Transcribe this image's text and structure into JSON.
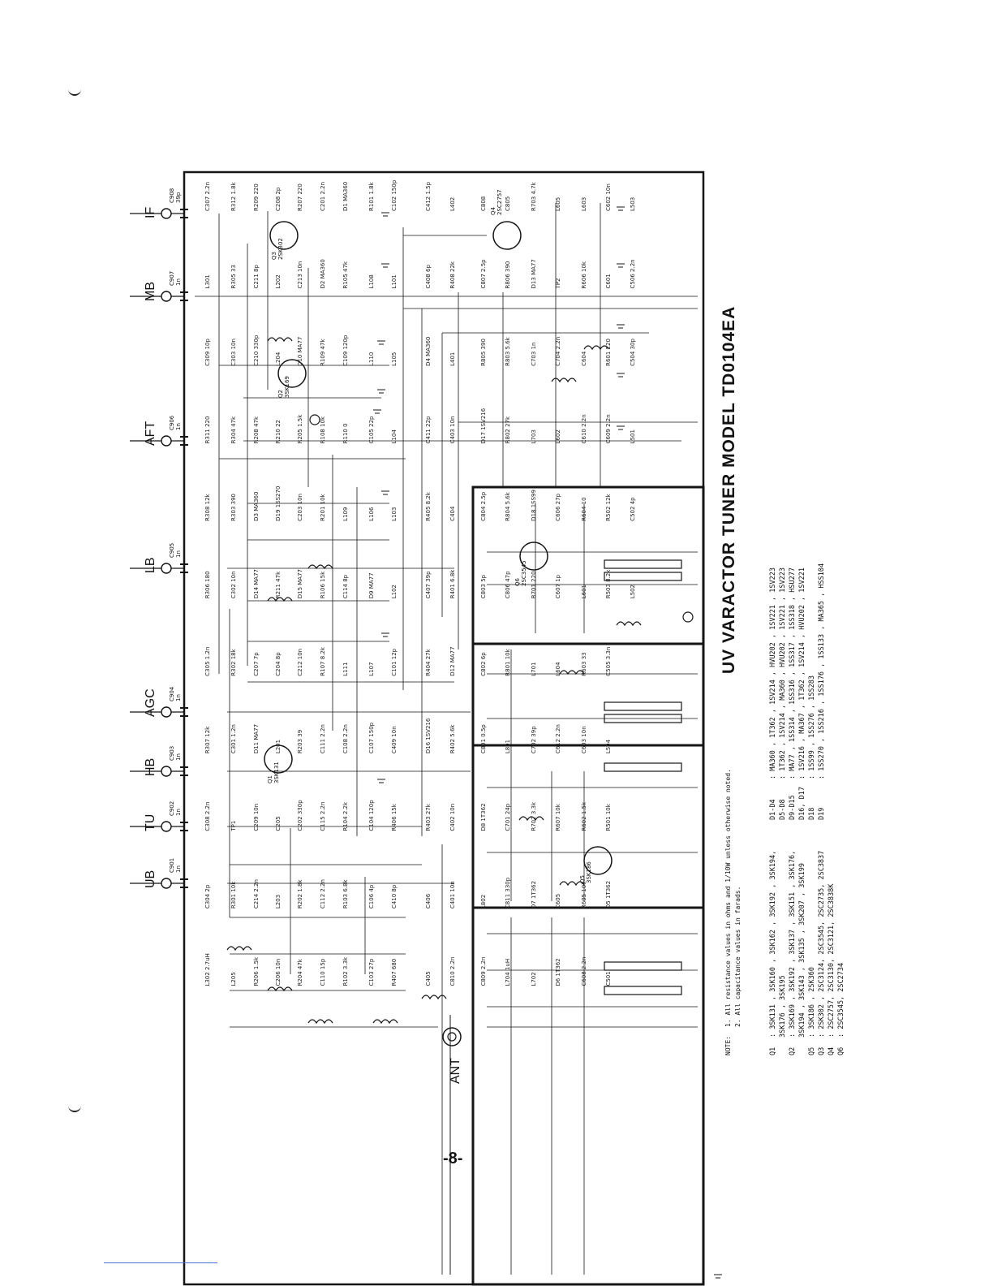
{
  "title": "UV VARACTOR TUNER  MODEL TD0104EA",
  "page_number": "-8-",
  "notes": {
    "label": "NOTE:",
    "line1": "1. All resistance values in ohms and 1/10W unless otherwise noted.",
    "line2": "2. All capacitance values in farads."
  },
  "semiconductors": [
    {
      "ref": "Q1",
      "parts": ": 3SK131 , 3SK160 , 3SK162 , 3SK192 , 3SK194,"
    },
    {
      "ref": "",
      "parts": "  3SK176 , 3SK195"
    },
    {
      "ref": "Q2",
      "parts": ": 3SK169 , 3SK192 , 3SK137 , 3SK151 , 3SK176,"
    },
    {
      "ref": "",
      "parts": "  3SK194 , 3SK143 , 3SK135 , 3SK207 , 3SK199"
    },
    {
      "ref": "Q5",
      "parts": ": 3SK186 , 2SK360"
    },
    {
      "ref": "Q3",
      "parts": ": 2SK302 , 2SC3124, 2SC3545, 2SC2735, 2SC3837"
    },
    {
      "ref": "Q4",
      "parts": ": 2SC2757, 2SC3130, 2SC3121, 2SC3838K"
    },
    {
      "ref": "Q6",
      "parts": ": 2SC3545, 2SC2734"
    }
  ],
  "diodes": [
    {
      "ref": "D1-D4",
      "parts": ": MA360 , 1T362 , 1SV214 , HVU202 , 1SV221 , 1SV223"
    },
    {
      "ref": "D5-D8",
      "parts": ": 1T362 , 1SV214 , MA360 , HVU202 , 1SV221 , 1SV223"
    },
    {
      "ref": "D9-D15",
      "parts": ": MA77 , 1SS314 , 1SS316 , 1SS317 , 1SS318 , HSU277"
    },
    {
      "ref": "D16, D17",
      "parts": ": 1SV216 , MA367 , 1T362 , 1SV214 , HVU202 , 1SV221"
    },
    {
      "ref": "D18",
      "parts": ": 1SS99 , 1SS276 , 1SS283"
    },
    {
      "ref": "D19",
      "parts": ": 1SS270 , 1SS216 , 1SS176 , 1SS133 , MA365 , HSS104"
    }
  ],
  "terminals": [
    {
      "label": "IF"
    },
    {
      "label": "MB"
    },
    {
      "label": "AFT"
    },
    {
      "label": "LB"
    },
    {
      "label": "AGC"
    },
    {
      "label": "HB"
    },
    {
      "label": "TU"
    },
    {
      "label": "UB"
    },
    {
      "label": "ANT"
    }
  ],
  "feedthrough_caps": [
    {
      "ref": "C908",
      "value": "39p"
    },
    {
      "ref": "C907",
      "value": "1n"
    },
    {
      "ref": "C906",
      "value": "1n"
    },
    {
      "ref": "C905",
      "value": "1n"
    },
    {
      "ref": "C904",
      "value": "1n"
    },
    {
      "ref": "C903",
      "value": "1n"
    },
    {
      "ref": "C902",
      "value": "1n"
    },
    {
      "ref": "C901",
      "value": "1n"
    }
  ],
  "transistors": [
    {
      "ref": "Q3",
      "part": "2SK302"
    },
    {
      "ref": "Q2",
      "part": "3SK169"
    },
    {
      "ref": "Q1",
      "part": "3SK131"
    },
    {
      "ref": "Q4",
      "part": "2SC2757"
    },
    {
      "ref": "Q6",
      "part": "2SC3545"
    },
    {
      "ref": "Q5",
      "part": "3SK186"
    }
  ],
  "component_labels": [
    "C307 2.2n",
    "L301",
    "C309 10p",
    "R311 220",
    "R308 12k",
    "R306 180",
    "C305 1.2n",
    "R307 12k",
    "C308 2.2n",
    "C304 2p",
    "L302 2.7uH",
    "R312 1.8k",
    "R305 33",
    "C303 10n",
    "R304 47k",
    "R303 390",
    "C302 10n",
    "R302 18k",
    "C301 1.2n",
    "TP1",
    "R301 10k",
    "L205",
    "R209 220",
    "C211 8p",
    "C210 330p",
    "R208 47k",
    "D3 MA360",
    "D14 MA77",
    "C207 7p",
    "D11 MA77",
    "C209 10n",
    "C214 2.2n",
    "R206 1.5k",
    "C208 2p",
    "L202",
    "L204",
    "R210 22",
    "D19 1SS270",
    "R211 47k",
    "C204 8p",
    "L201",
    "C205",
    "L203",
    "C206 10n",
    "R207 220",
    "C213 10n",
    "D10 MA77",
    "R205 1.5k",
    "C203 10n",
    "D15 MA77",
    "C212 10n",
    "R203 39",
    "C202 330p",
    "R202 1.8k",
    "R204 47k",
    "C201 2.2n",
    "D2 MA360",
    "R109 47k",
    "R108 10k",
    "R201 10k",
    "R106 15k",
    "R107 8.2k",
    "C111 2.2n",
    "C115 2.2n",
    "C112 2.2n",
    "C110 15p",
    "D1 MA360",
    "R105 47k",
    "C109 120p",
    "R110 0",
    "L109",
    "C114 8p",
    "L111",
    "C108 2.2n",
    "R104 2.2k",
    "R103 6.8k",
    "R102 3.3k",
    "R101 1.8k",
    "L108",
    "L110",
    "C105 22p",
    "L106",
    "D9 MA77",
    "L107",
    "C107 150p",
    "C104 120p",
    "C106 4p",
    "C103 27p",
    "C102 150p",
    "L101",
    "L105",
    "L104",
    "L103",
    "L102",
    "C101 12p",
    "C409 10n",
    "R406 15k",
    "C410 8p",
    "R407 680",
    "C412 1.5p",
    "C408 6p",
    "D4 MA360",
    "C411 22p",
    "R405 8.2k",
    "C407 39p",
    "R404 27k",
    "D16 1SV216",
    "R403 27k",
    "C406",
    "C405",
    "L402",
    "R408 22k",
    "L401",
    "C403 10n",
    "C404",
    "R401 6.8k",
    "D12 MA77",
    "R402 5.6k",
    "C402 10n",
    "C401 10n",
    "C810 2.2n",
    "C808",
    "C807 2.5p",
    "R805 390",
    "D17 1SV216",
    "C804 2.5p",
    "C803 5p",
    "C802 6p",
    "C801 0.5p",
    "D8 1T362",
    "L802",
    "C809 2.2n",
    "C805",
    "R806 390",
    "R803 5.6k",
    "R802 27k",
    "R804 5.6k",
    "C806 47p",
    "R801 10k",
    "L801",
    "C701 24p",
    "C811 330p",
    "L704 1uH",
    "R703 4.7k",
    "D13 MA77",
    "C703 1n",
    "L703",
    "D18 1SS99",
    "R701 220",
    "L701",
    "C702 39p",
    "R702 3.3k",
    "D7 1T362",
    "L702",
    "L605",
    "TP2",
    "C704 2.2n",
    "L602",
    "C606 27p",
    "C607 1p",
    "L604",
    "C612 2.2n",
    "R607 10k",
    "C605",
    "D6 1T362",
    "L603",
    "R606 10k",
    "C604",
    "C610 2.2n",
    "R604 10",
    "L601",
    "R603 33",
    "C603 10n",
    "R602 1.5k",
    "R605 10k",
    "C608 2.2n",
    "C602 10n",
    "C601",
    "R601 220",
    "C609 2.2n",
    "R502 12k",
    "R503 8.2k",
    "C505 3.3n",
    "L504",
    "R501 10k",
    "D5 1T362",
    "C501",
    "L503",
    "C506 2.2n",
    "C504 30p",
    "L501",
    "C502 4p",
    "L502"
  ]
}
